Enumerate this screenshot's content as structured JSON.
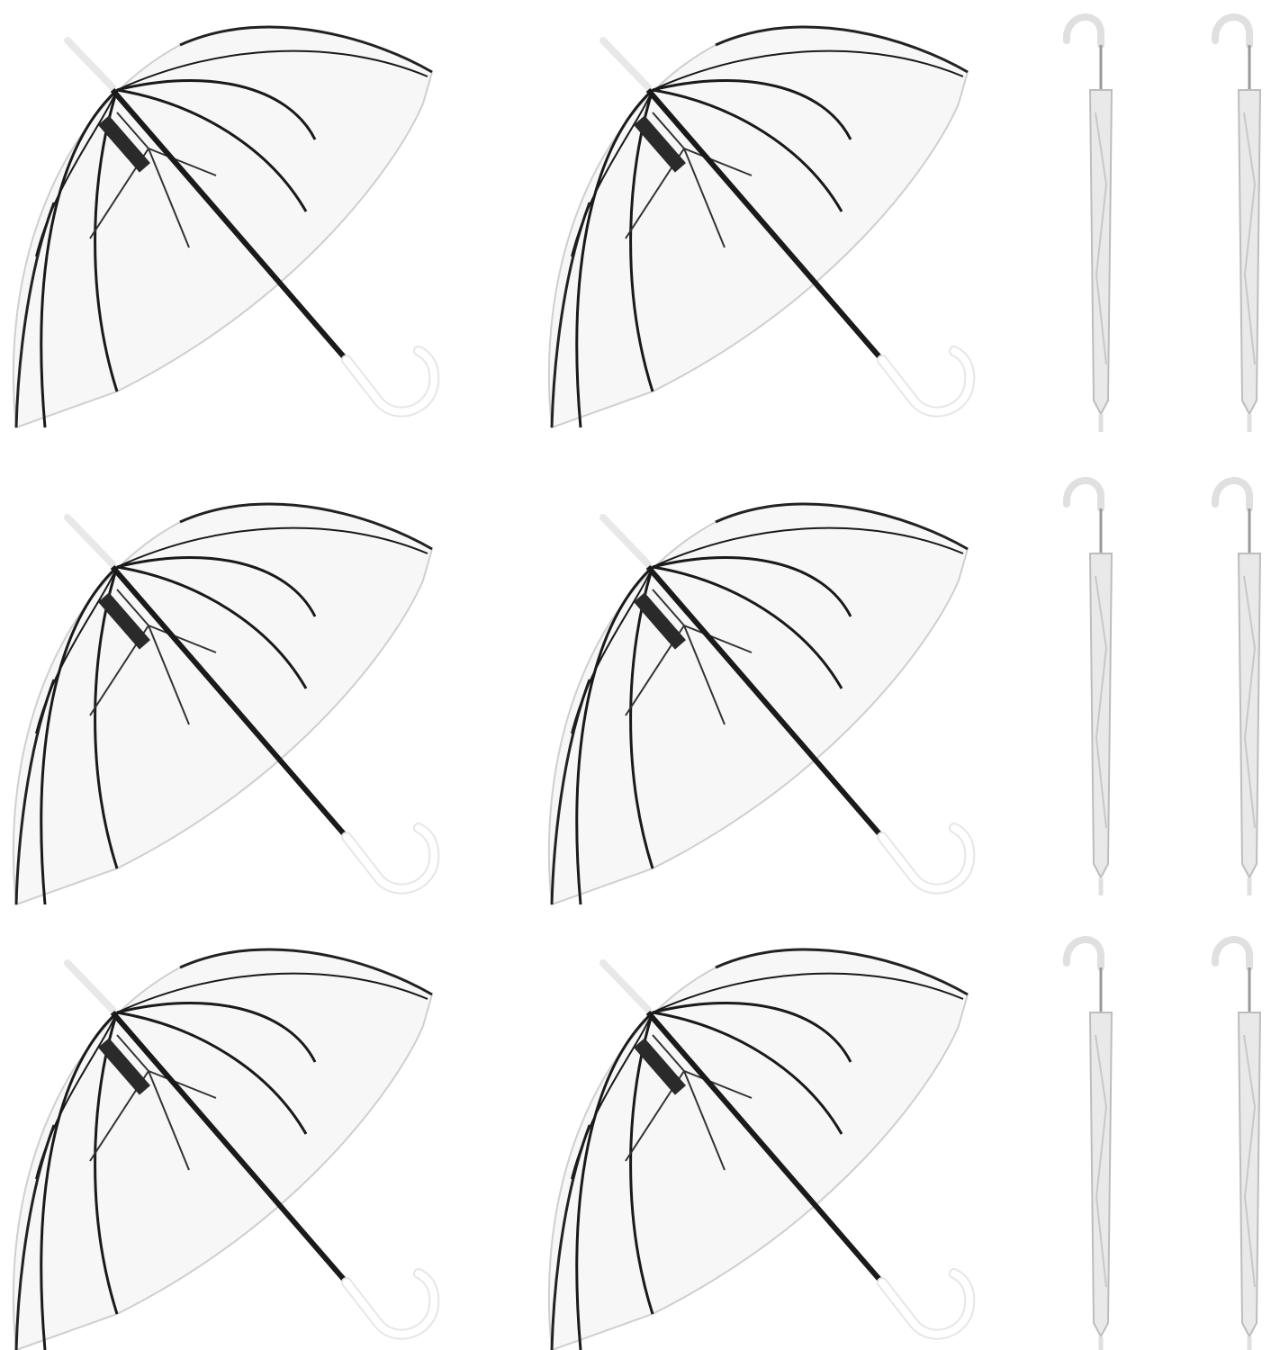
{
  "product": {
    "open_umbrella_count": 6,
    "closed_umbrella_count": 6,
    "canopy_style": "clear dome",
    "colors": {
      "background": "#ffffff",
      "frame": "#1a1a1a",
      "handle": "#f2f2f2",
      "canopy_edge": "#d9d9d9",
      "closed_wrap": "#c8c8c8"
    }
  }
}
